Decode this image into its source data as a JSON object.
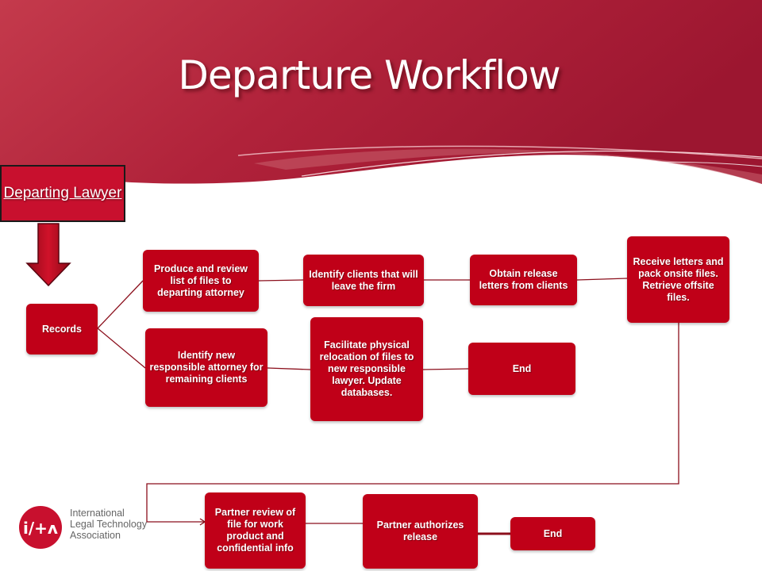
{
  "title": "Departure Workflow",
  "actor": "Departing Lawyer",
  "nodes": {
    "records": "Records",
    "produce": "Produce and review list of files to departing attorney",
    "identify_clients": "Identify clients that will leave the firm",
    "obtain": "Obtain release letters from clients",
    "receive": "Receive letters and pack onsite files. Retrieve offsite files.",
    "identify_new": "Identify new responsible attorney for remaining clients",
    "facilitate": "Facilitate physical relocation of files to new responsible lawyer. Update databases.",
    "end1": "End",
    "partner_review": "Partner review of file for work product and confidential info",
    "partner_authorizes": "Partner authorizes release",
    "end2": "End"
  },
  "logo": {
    "mark": "i/+ʌ",
    "line1": "International",
    "line2": "Legal Technology",
    "line3": "Association"
  },
  "colors": {
    "node": "#c00018",
    "header": "#a8182c",
    "connector": "#8b0f1c"
  }
}
